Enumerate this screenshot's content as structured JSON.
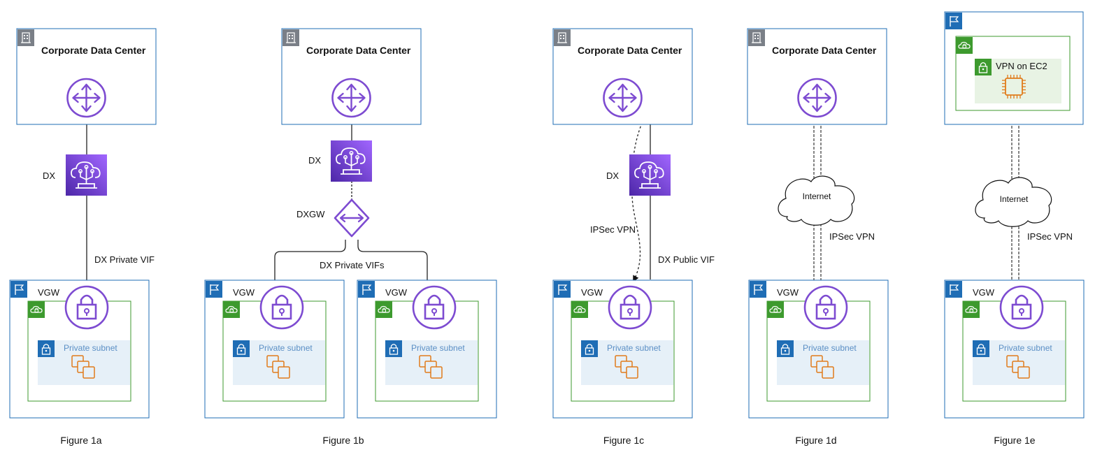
{
  "corporate_dc_title": "Corporate Data Center",
  "vgw_label": "VGW",
  "private_subnet_label": "Private subnet",
  "dx_label": "DX",
  "dxgw_label": "DXGW",
  "dx_private_vif_label": "DX Private VIF",
  "dx_private_vifs_label": "DX Private VIFs",
  "dx_public_vif_label": "DX Public VIF",
  "ipsec_vpn_label": "IPSec VPN",
  "internet_label": "Internet",
  "vpn_on_ec2_label": "VPN on EC2",
  "figures": [
    "Figure 1a",
    "Figure 1b",
    "Figure 1c",
    "Figure 1d",
    "Figure 1e"
  ],
  "colors": {
    "box_border": "#1f6db5",
    "vpc_border": "#3d9a2e",
    "vpc_badge": "#3d9a2e",
    "badge_blue": "#1f6db5",
    "badge_gray": "#7a7f87",
    "router_purple": "#7d4bd1",
    "dx_gradient_start": "#4d27a8",
    "dx_gradient_end": "#a166ff",
    "subnet_fill": "#e6f0f8",
    "ec2_fill": "#e8f3e4",
    "ec2_orange": "#e07b1a",
    "instance_orange": "#e07b1a"
  },
  "icons": {
    "corporate": "building-icon",
    "router": "router-icon",
    "dx": "direct-connect-icon",
    "dxgw": "direct-connect-gateway-icon",
    "vgw": "vpn-gateway-lock-icon",
    "region": "region-flag-icon",
    "vpc": "vpc-cloud-icon",
    "subnet": "subnet-lock-icon",
    "instances": "ec2-instances-icon",
    "ec2": "ec2-chip-icon",
    "internet": "internet-cloud-icon"
  }
}
